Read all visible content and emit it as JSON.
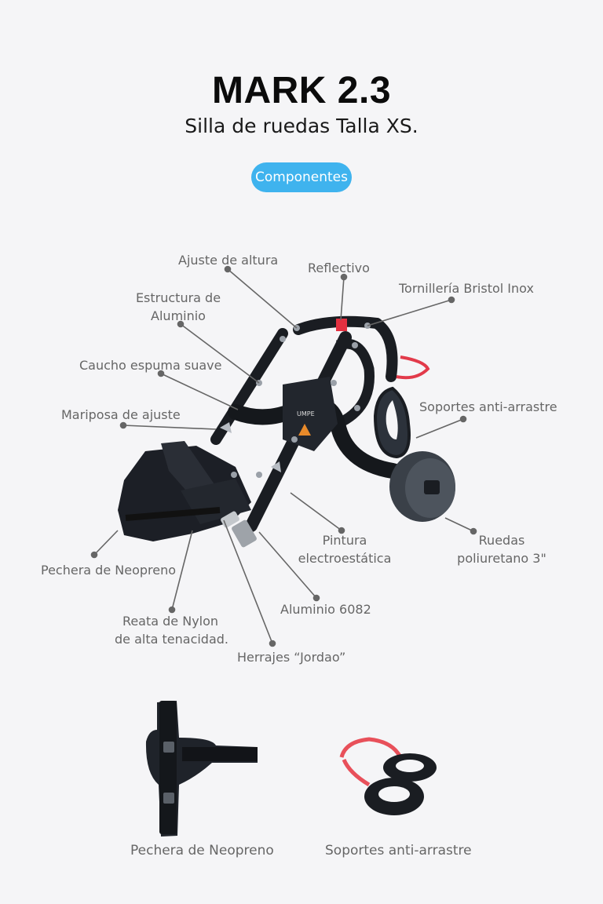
{
  "header": {
    "title": "MARK 2.3",
    "subtitle": "Silla de ruedas Talla XS.",
    "button_label": "Componentes"
  },
  "callouts": {
    "ajuste_altura": "Ajuste de altura",
    "reflectivo": "Reflectivo",
    "tornilleria": "Tornillería  Bristol Inox",
    "estructura_l1": "Estructura de",
    "estructura_l2": "Aluminio",
    "caucho": "Caucho espuma suave",
    "soportes": "Soportes anti-arrastre",
    "mariposa": "Mariposa de ajuste",
    "pechera": "Pechera de Neopreno",
    "pintura_l1": "Pintura",
    "pintura_l2": "electroestática",
    "ruedas_l1": "Ruedas",
    "ruedas_l2": "poliuretano 3\"",
    "reata_l1": "Reata de Nylon",
    "reata_l2": "de alta tenacidad.",
    "aluminio": "Aluminio 6082",
    "herrajes": "Herrajes “Jordao”"
  },
  "accessories": {
    "pechera_caption": "Pechera de Neopreno",
    "soportes_caption": "Soportes  anti-arrastre"
  },
  "product_badge_letters": "UMPE"
}
